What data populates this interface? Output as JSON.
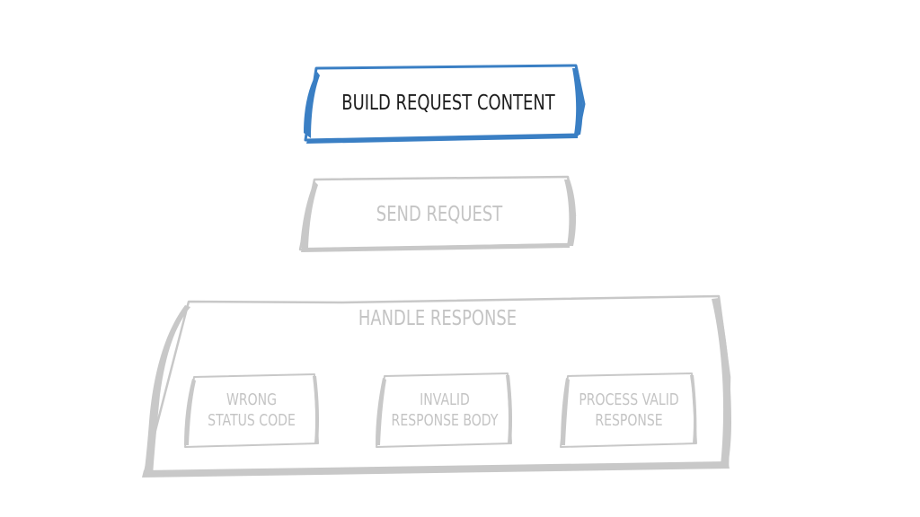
{
  "diagram": {
    "colors": {
      "accent": "#3a7fc4",
      "muted": "#c8c8c8",
      "active_text": "#1c1c1c",
      "muted_text": "#c4c4c4"
    },
    "steps": {
      "build": {
        "label": "BUILD REQUEST CONTENT",
        "state": "active"
      },
      "send": {
        "label": "SEND REQUEST",
        "state": "inactive"
      },
      "handle": {
        "label": "HANDLE RESPONSE",
        "state": "inactive",
        "children": [
          {
            "label": "WRONG STATUS CODE"
          },
          {
            "label": "INVALID RESPONSE BODY"
          },
          {
            "label": "PROCESS VALID RESPONSE"
          }
        ]
      }
    }
  }
}
